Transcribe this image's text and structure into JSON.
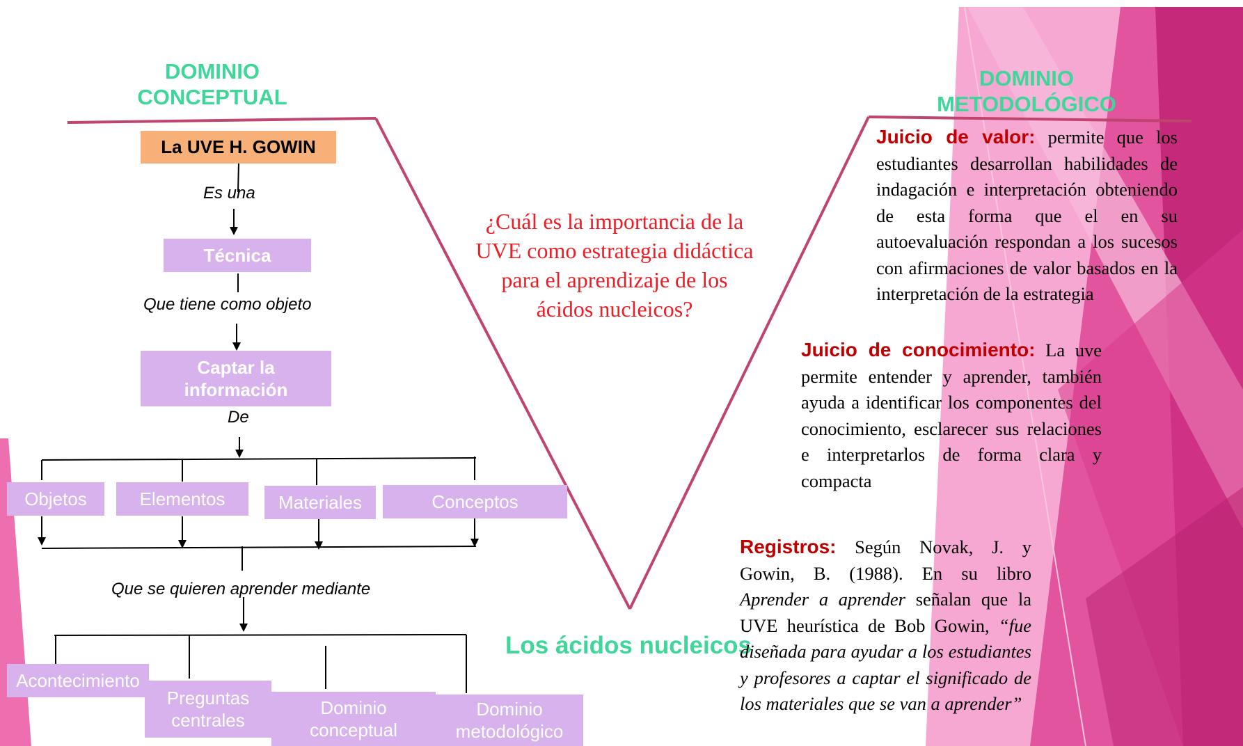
{
  "domains": {
    "conceptual": "DOMINIO\nCONCEPTUAL",
    "methodological": "DOMINIO\nMETODOLÓGICO"
  },
  "concept_map": {
    "root": "La UVE H. GOWIN",
    "link_1": "Es una",
    "technique": "Técnica",
    "link_2": "Que tiene como objeto",
    "capture": "Captar la información",
    "link_3": "De",
    "objects_row": [
      "Objetos",
      "Elementos",
      "Materiales",
      "Conceptos"
    ],
    "link_4": "Que se quieren aprender mediante",
    "means_row": [
      "Acontecimiento",
      "Preguntas centrales",
      "Dominio conceptual",
      "Dominio metodológico"
    ]
  },
  "central_question": "¿Cuál es la importancia de la UVE como estrategia didáctica para el aprendizaje de los ácidos nucleicos?",
  "topic": "Los ácidos nucleicos",
  "judgments": {
    "value": {
      "label": "Juicio de valor:",
      "text": " permite que los estudiantes desarrollan habilidades de indagación e interpretación obteniendo de esta forma que el en su autoevaluación respondan a los sucesos con afirmaciones de valor basados en la interpretación de la estrategia"
    },
    "knowledge": {
      "label": "Juicio de conocimiento:",
      "text": " La uve permite entender  y aprender, también ayuda a identificar los componentes del conocimiento, esclarecer sus relaciones e interpretarlos de forma clara y compacta"
    },
    "records": {
      "label": "Registros:",
      "text_1": " Según Novak, J. y Gowin, B. (1988). En su libro ",
      "book": "Aprender a aprender",
      "text_2": " señalan que la UVE heurística de Bob Gowin, ",
      "quote": "“fue diseñada para ayudar a los estudiantes y profesores a captar el significado de los materiales que se van a aprender”"
    }
  },
  "colors": {
    "accent_green": "#3fd69a",
    "label_red": "#c00000",
    "question_red": "#ee1c24",
    "vee_line": "#c0456e",
    "box_violet": "#d8b2ec",
    "box_orange": "#f7b077"
  }
}
